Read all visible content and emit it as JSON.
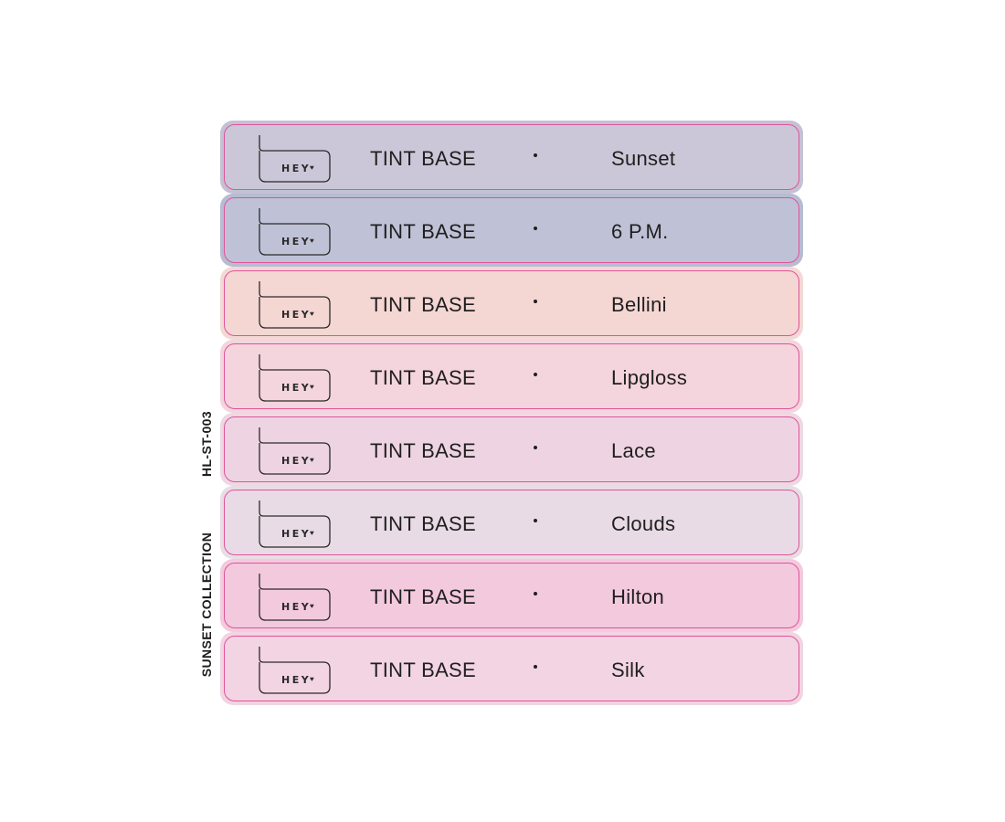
{
  "side": {
    "code": "HL-ST-003",
    "collection": "SUNSET COLLECTION"
  },
  "logo_text": "HEY",
  "base_label": "TINT BASE",
  "separator": "·",
  "colors": {
    "border": "#e0529a",
    "text": "#1f1f1f"
  },
  "strips": [
    {
      "shade": "Sunset",
      "outer": "#c5c1d5",
      "inner": "#ccc7d8"
    },
    {
      "shade": "6 P.M.",
      "outer": "#b8bcd3",
      "inner": "#bfc2d6"
    },
    {
      "shade": "Bellini",
      "outer": "#f3d9d5",
      "inner": "#f4d6d3"
    },
    {
      "shade": "Lipgloss",
      "outer": "#f3d5dd",
      "inner": "#f4d4dd"
    },
    {
      "shade": "Lace",
      "outer": "#edd8e3",
      "inner": "#eed4e2"
    },
    {
      "shade": "Clouds",
      "outer": "#e9dde5",
      "inner": "#e8dbe5"
    },
    {
      "shade": "Hilton",
      "outer": "#f3cade",
      "inner": "#f3c9de"
    },
    {
      "shade": "Silk",
      "outer": "#f2d4e2",
      "inner": "#f3d4e2"
    }
  ]
}
